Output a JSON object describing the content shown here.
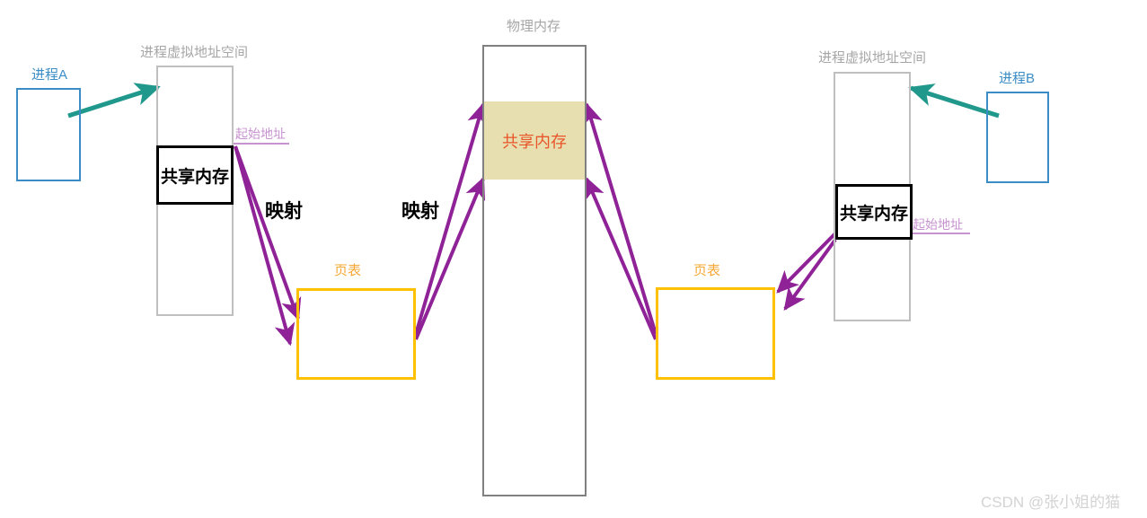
{
  "diagram": {
    "title_physical_memory": "物理内存",
    "title_vas_left": "进程虚拟地址空间",
    "title_vas_right": "进程虚拟地址空间",
    "process_a_label": "进程A",
    "process_b_label": "进程B",
    "shared_memory_left": "共享内存",
    "shared_memory_right": "共享内存",
    "shared_memory_physical": "共享内存",
    "page_table_left": "页表",
    "page_table_right": "页表",
    "start_address_left": "起始地址",
    "start_address_right": "起始地址",
    "mapping_left": "映射",
    "mapping_right": "映射",
    "watermark": "CSDN @张小姐的猫"
  },
  "colors": {
    "process_blue": "#3c8dc5",
    "title_grey": "#a6a6a6",
    "phys_border_grey": "#808080",
    "page_table_orange": "#ffc000",
    "page_table_caption": "#f5a833",
    "start_address_orchid": "#c792d0",
    "arrow_purple": "#8e2296",
    "arrow_teal": "#21988c",
    "shared_physical_fill": "#e8dfb0",
    "shared_physical_text": "#e8552a",
    "watermark_grey": "#d3d3d3",
    "background": "#ffffff"
  }
}
